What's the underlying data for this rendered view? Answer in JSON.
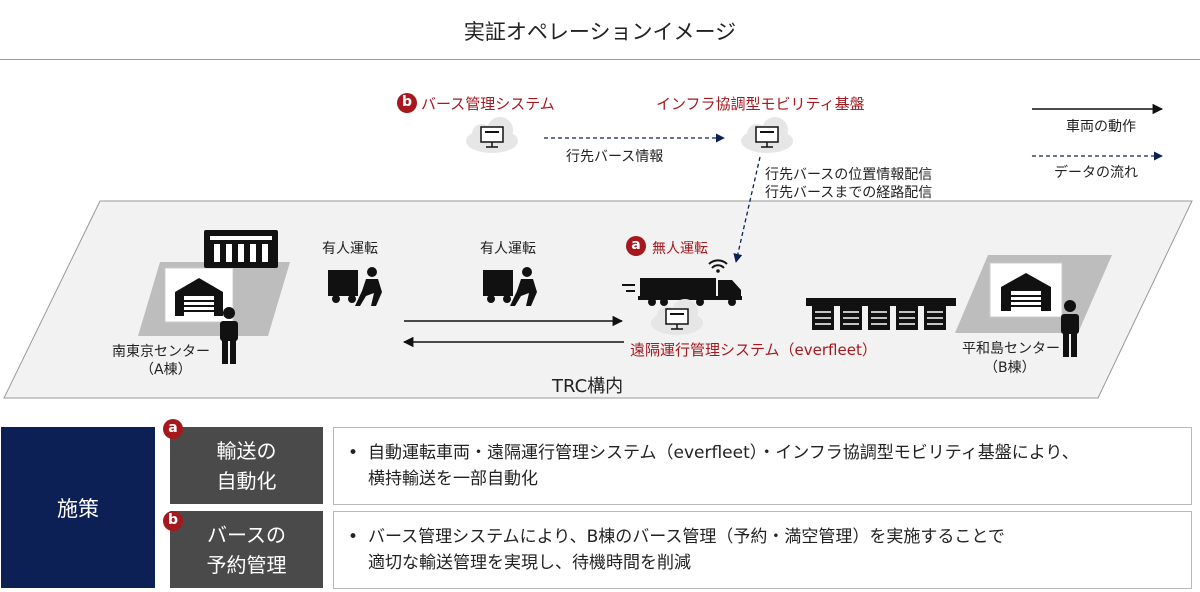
{
  "title": "実証オペレーションイメージ",
  "top": {
    "bus_system_badge": "b",
    "bus_system_label": "バース管理システム",
    "mobility_label": "インフラ協調型モビリティ基盤",
    "flow_label": "行先バース情報",
    "dist_line1": "行先バースの位置情報配信",
    "dist_line2": "行先バースまでの経路配信"
  },
  "legend": {
    "vehicle": "車両の動作",
    "data": "データの流れ"
  },
  "scene": {
    "manned1": "有人運転",
    "manned2": "有人運転",
    "unmanned_badge": "a",
    "unmanned": "無人運転",
    "remote_system": "遠隔運行管理システム（everfleet）",
    "south_center_line1": "南東京センター",
    "south_center_line2": "（A棟）",
    "heiwajima_line1": "平和島センター",
    "heiwajima_line2": "（B棟）",
    "trc": "TRC構内"
  },
  "measures": {
    "heading": "施策",
    "rows": [
      {
        "badge": "a",
        "title1": "輸送の",
        "title2": "自動化",
        "bullet": "•",
        "line1": "自動運転車両・遠隔運行管理システム（everfleet）・インフラ協調型モビリティ基盤により、",
        "line2": "横持輸送を一部自動化"
      },
      {
        "badge": "b",
        "title1": "バースの",
        "title2": "予約管理",
        "bullet": "•",
        "line1": "バース管理システムにより、B棟のバース管理（予約・満空管理）を実施することで",
        "line2": "適切な輸送管理を実現し、待機時間を削減"
      }
    ]
  },
  "colors": {
    "accent_red": "#a5191e",
    "navy": "#0d2056",
    "dark_gray": "#4a4a4a",
    "floor": "#f1f1f1"
  }
}
